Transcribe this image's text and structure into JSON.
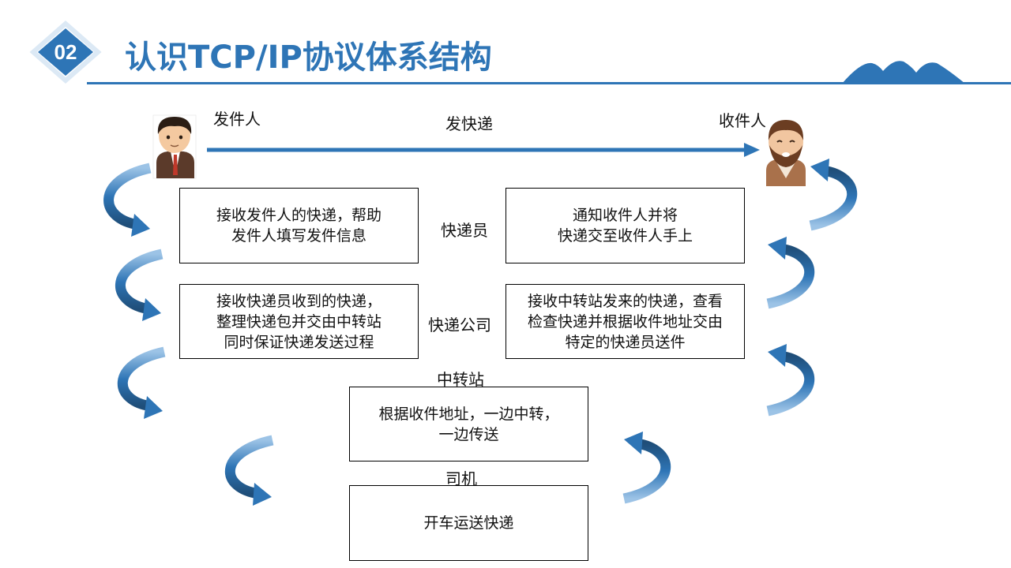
{
  "header": {
    "badge": "02",
    "title": "认识TCP/IP协议体系结构"
  },
  "diagram": {
    "sender_label": "发件人",
    "receiver_label": "收件人",
    "send_label": "发快递",
    "roles": {
      "courier": "快递员",
      "company": "快递公司",
      "hub": "中转站",
      "driver": "司机"
    },
    "boxes": {
      "courier_left": [
        "接收发件人的快递，帮助",
        "发件人填写发件信息"
      ],
      "courier_right": [
        "通知收件人并将",
        "快递交至收件人手上"
      ],
      "company_left": [
        "接收快递员收到的快递，",
        "整理快递包并交由中转站",
        "同时保证快递发送过程"
      ],
      "company_right": [
        "接收中转站发来的快递，查看",
        "检查快递并根据收件地址交由",
        "特定的快递员送件"
      ],
      "hub": [
        "根据收件地址，一边中转，",
        "一边传送"
      ],
      "driver": [
        "开车运送快递"
      ]
    }
  },
  "colors": {
    "accent": "#2e75b6",
    "arrow": "#2e75b6",
    "border": "#000000"
  }
}
